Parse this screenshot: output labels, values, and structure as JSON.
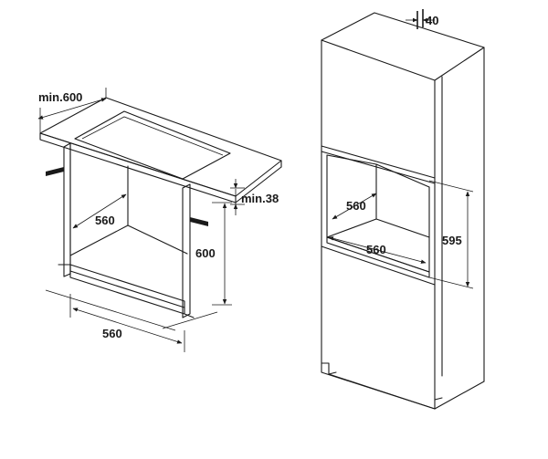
{
  "under_counter": {
    "width_min_label": "min.600",
    "countertop_gap_label": "min.38",
    "inner_depth_label": "560",
    "height_label": "600",
    "front_width_label": "560"
  },
  "tall_cabinet": {
    "top_gap_label": "40",
    "depth_label": "560",
    "width_label": "560",
    "height_label": "595"
  }
}
